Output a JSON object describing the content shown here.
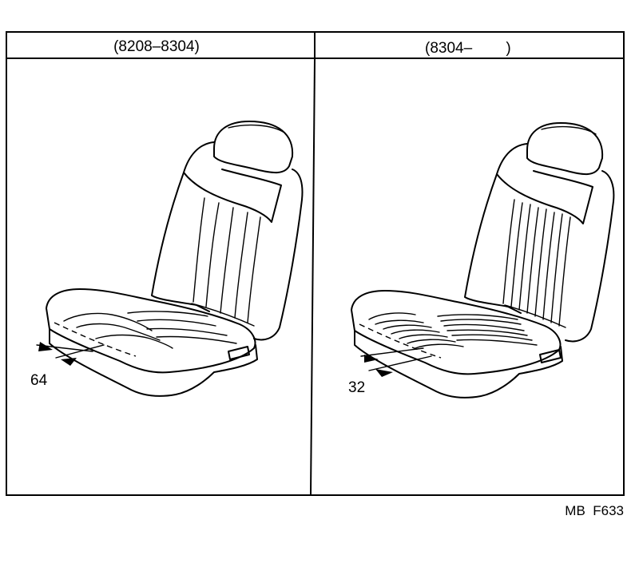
{
  "panels": [
    {
      "header": "(8208–8304)",
      "dimension": "64"
    },
    {
      "header": "(8304–        )",
      "dimension": "32"
    }
  ],
  "figure_code": "MB  F633"
}
